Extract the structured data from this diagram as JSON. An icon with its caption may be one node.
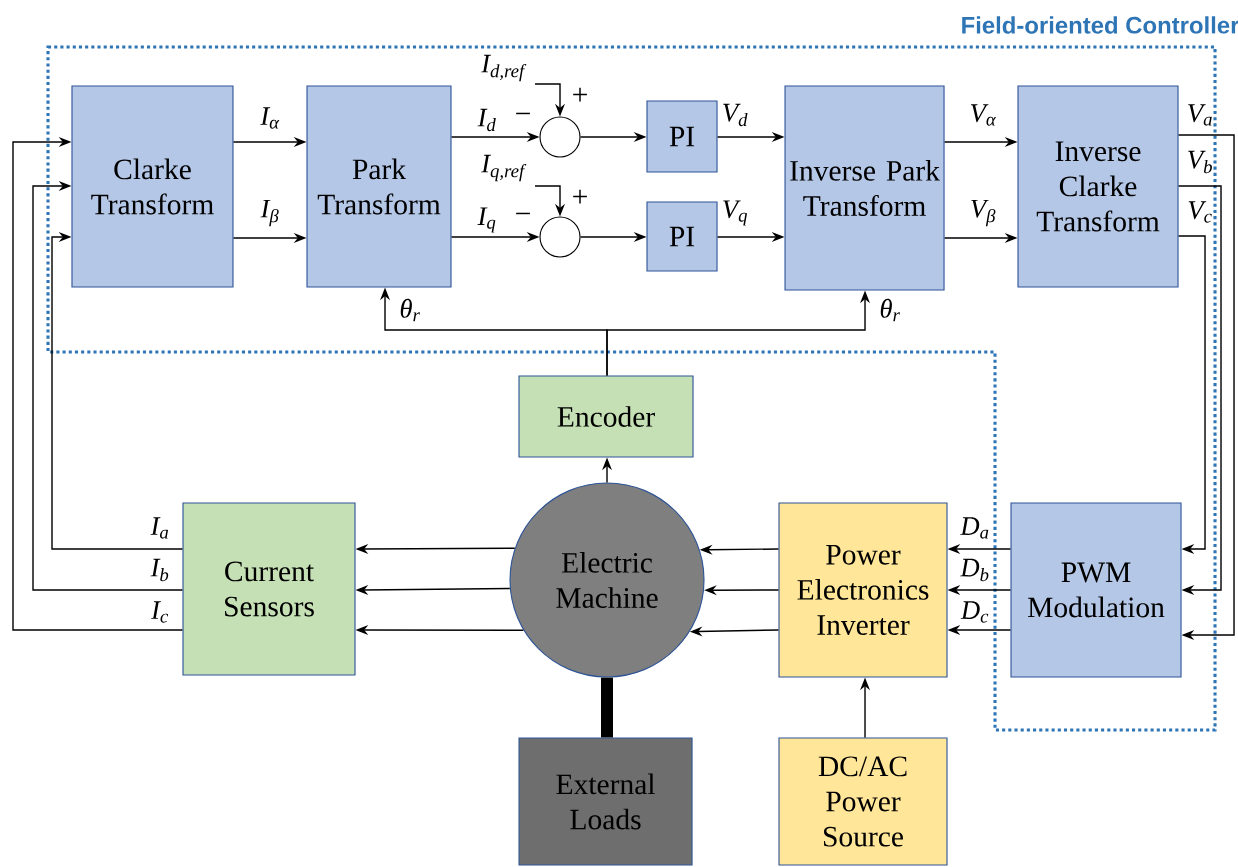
{
  "diagram": {
    "nodes": [
      {
        "text": [
          "Field-oriented Controller"
        ]
      },
      {
        "text": [
          "Clarke Transform"
        ],
        "in": 0
      },
      {
        "text": [
          "Park Transform"
        ],
        "in": 0
      },
      {
        "text": [],
        "shape": "circle",
        "in": 0
      },
      {
        "text": [
          "PI"
        ],
        "in": 0
      },
      {
        "text": [],
        "shape": "circle",
        "in": 0
      },
      {
        "text": [
          "PI"
        ],
        "in": 0
      },
      {
        "text": [
          "Inverse Park Transform"
        ],
        "in": 0
      },
      {
        "text": [
          "Inverse Clarke Transform"
        ],
        "in": 0
      },
      {
        "text": [
          "Encoder"
        ]
      },
      {
        "text": [
          "Current Sensors"
        ]
      },
      {
        "text": [
          "Electric Machine"
        ]
      },
      {
        "text": [
          "Power Electronics Inverter"
        ]
      },
      {
        "text": [
          "PWM Modulation"
        ],
        "in": 0
      },
      {
        "text": [
          "External Loads"
        ]
      },
      {
        "text": [
          "DC/AC Power Source"
        ]
      }
    ],
    "edges": [
      {
        "from": 1,
        "to": 2,
        "arrow": "to",
        "label": "I$_{α}$"
      },
      {
        "from": 1,
        "to": 2,
        "arrow": "to",
        "label": "I$_{β}$"
      },
      {
        "from": 2,
        "to": 3,
        "arrow": "to",
        "label": "I$_{d}$"
      },
      {
        "from": null,
        "to": 3,
        "arrow": "to",
        "label": "I$_{d,ref}$"
      },
      {
        "from": 3,
        "to": 4,
        "arrow": "to"
      },
      {
        "from": 4,
        "to": 7,
        "arrow": "to",
        "label": "V$_{d}$"
      },
      {
        "from": 2,
        "to": 5,
        "arrow": "to",
        "label": "I$_{q}$"
      },
      {
        "from": null,
        "to": 5,
        "arrow": "to",
        "label": "I$_{q,ref}$"
      },
      {
        "from": 5,
        "to": 6,
        "arrow": "to"
      },
      {
        "from": 6,
        "to": 7,
        "arrow": "to",
        "label": "V$_{q}$"
      },
      {
        "from": 7,
        "to": 8,
        "arrow": "to",
        "label": "V$_{α}$"
      },
      {
        "from": 7,
        "to": 8,
        "arrow": "to",
        "label": "V$_{β}$"
      },
      {
        "from": 8,
        "to": 13,
        "arrow": "to",
        "label": "V$_{a}$"
      },
      {
        "from": 8,
        "to": 13,
        "arrow": "to",
        "label": "V$_{b}$"
      },
      {
        "from": 8,
        "to": 13,
        "arrow": "to",
        "label": "V$_{c}$"
      },
      {
        "from": 9,
        "to": 2,
        "arrow": "to",
        "label": "θ$_{r}$"
      },
      {
        "from": 9,
        "to": 7,
        "arrow": "to",
        "label": "θ$_{r}$"
      },
      {
        "from": 11,
        "to": 9,
        "arrow": "to"
      },
      {
        "from": 11,
        "to": 10,
        "arrow": "to"
      },
      {
        "from": 11,
        "to": 10,
        "arrow": "to"
      },
      {
        "from": 11,
        "to": 10,
        "arrow": "to"
      },
      {
        "from": 12,
        "to": 11,
        "arrow": "to"
      },
      {
        "from": 12,
        "to": 11,
        "arrow": "to"
      },
      {
        "from": 12,
        "to": 11,
        "arrow": "to"
      },
      {
        "from": 13,
        "to": 12,
        "arrow": "to",
        "label": "D$_{a}$"
      },
      {
        "from": 13,
        "to": 12,
        "arrow": "to",
        "label": "D$_{b}$"
      },
      {
        "from": 13,
        "to": 12,
        "arrow": "to",
        "label": "D$_{c}$"
      },
      {
        "from": 10,
        "to": 1,
        "arrow": "to",
        "label": "I$_{a}$"
      },
      {
        "from": 10,
        "to": 1,
        "arrow": "to",
        "label": "I$_{b}$"
      },
      {
        "from": 10,
        "to": 1,
        "arrow": "to",
        "label": "I$_{c}$"
      },
      {
        "from": 15,
        "to": 12,
        "arrow": "to"
      },
      {
        "from": 11,
        "to": 14,
        "arrow": "none",
        "style": "thick"
      }
    ],
    "labels": [
      "+",
      "−",
      "+",
      "−"
    ]
  }
}
